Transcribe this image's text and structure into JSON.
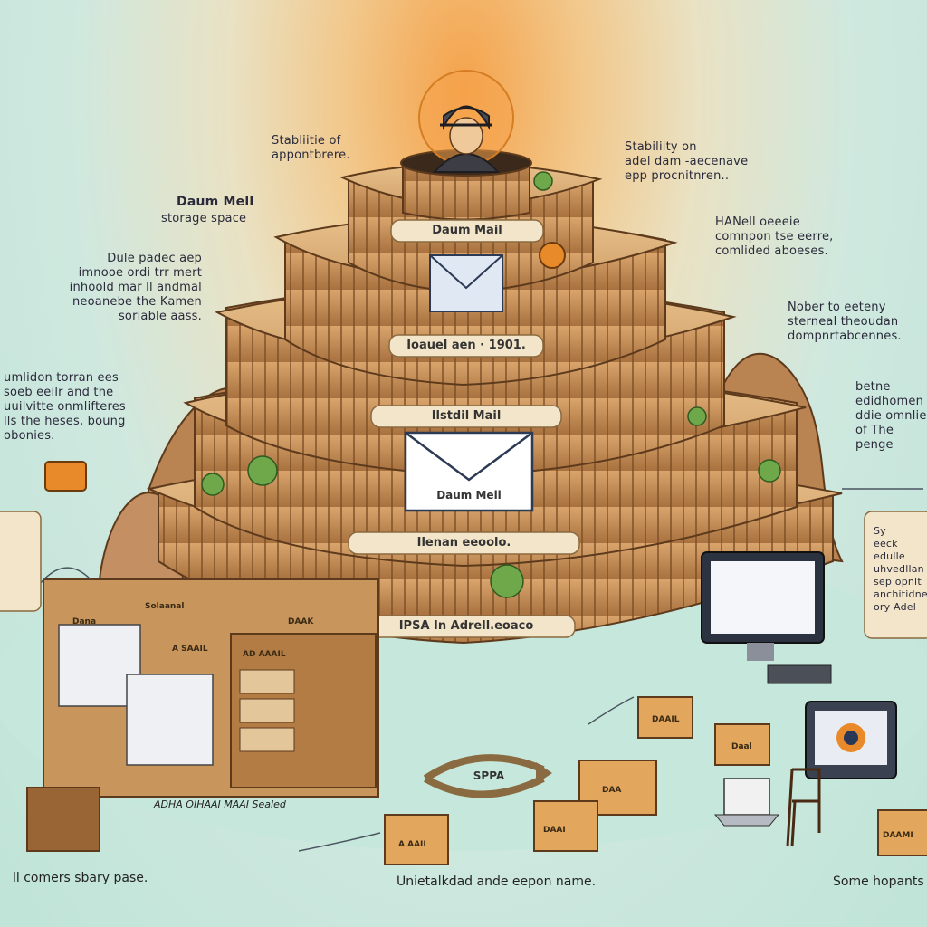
{
  "notes": {
    "top_left": "Stabliitie of\nappontbrere.",
    "daum_mail_title": "Daum Mell",
    "daum_mail_sub": "storage space",
    "left_mid": "Dule padec aep\nimnooe ordi trr mert\ninhoold mar ll andmal\nneoanebe the Kamen\nsoriable aass.",
    "left_lower": "umlidon torran ees\nsoeb eeilr and the\nuuilvitte onmlifteres\nlls the heses, boung\nobonies.",
    "top_right": "Stabiliity on\nadel dam -aecenave\nepp procnitnren..",
    "right_hanall": "HANell oeeeie\ncomnpon tse eerre,\ncomlided aboeses.",
    "right_mid": "Nober to eeteny\nsterneal theoudan\ndompnrtabcennes.",
    "right_lower": "betne\nedidhomen\nddie omnlie\nof The\npenge",
    "right_box": "Sy\neeck edulle\nuhvedllan\nsep opnlt\nanchitidne\nory Adel"
  },
  "tiers": {
    "tier1": "Daum Mail",
    "tier2": "Ioauel aen · 1901.",
    "tier3": "Ilstdil Mail",
    "tier4": "Ilenan eeoolo.",
    "tier5": "IPSA In Adrell.eoaco"
  },
  "envelope_label": "Daum Mell",
  "loop_label": "SPPA",
  "crate_labels": {
    "shelf1": "Dana",
    "shelf2": "Solaanal",
    "shelf3": "A SAAIL",
    "shelf4": "AD AAAIL",
    "shelf5": "DAAK",
    "box1": "DAAIL",
    "box2": "Daal",
    "box3": "DAA",
    "box4": "A AAII",
    "box5": "DAAI",
    "box6": "DAAMI"
  },
  "captions": {
    "bottom_left": "ll comers sbary pase.",
    "bottom_center": "Unietalkdad ande eepon name.",
    "bottom_right": "Some hopants",
    "ground_text": "ADHA OIHAAI MAAI Sealed"
  },
  "colors": {
    "orange_accent": "#e98a2a",
    "wood": "#c8955c",
    "banner": "#f3e5c9",
    "ground": "#c6e7dc"
  }
}
